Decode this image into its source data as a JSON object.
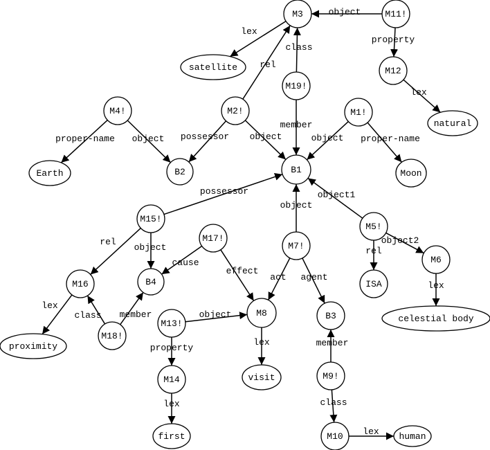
{
  "nodes": [
    {
      "id": "M3",
      "label": "M3",
      "shape": "circle"
    },
    {
      "id": "M11",
      "label": "M11!",
      "shape": "circle"
    },
    {
      "id": "satellite",
      "label": "satellite",
      "shape": "ellipse"
    },
    {
      "id": "M12",
      "label": "M12",
      "shape": "circle"
    },
    {
      "id": "natural",
      "label": "natural",
      "shape": "ellipse"
    },
    {
      "id": "M19",
      "label": "M19!",
      "shape": "circle"
    },
    {
      "id": "M4",
      "label": "M4!",
      "shape": "circle"
    },
    {
      "id": "M2",
      "label": "M2!",
      "shape": "circle"
    },
    {
      "id": "M1",
      "label": "M1!",
      "shape": "circle"
    },
    {
      "id": "Earth",
      "label": "Earth",
      "shape": "ellipse"
    },
    {
      "id": "B2",
      "label": "B2",
      "shape": "circle"
    },
    {
      "id": "B1",
      "label": "B1",
      "shape": "circle"
    },
    {
      "id": "Moon",
      "label": "Moon",
      "shape": "ellipse"
    },
    {
      "id": "M15",
      "label": "M15!",
      "shape": "circle"
    },
    {
      "id": "M17",
      "label": "M17!",
      "shape": "circle"
    },
    {
      "id": "M7",
      "label": "M7!",
      "shape": "circle"
    },
    {
      "id": "M5",
      "label": "M5!",
      "shape": "circle"
    },
    {
      "id": "M16",
      "label": "M16",
      "shape": "circle"
    },
    {
      "id": "B4",
      "label": "B4",
      "shape": "circle"
    },
    {
      "id": "M6",
      "label": "M6",
      "shape": "circle"
    },
    {
      "id": "ISA",
      "label": "ISA",
      "shape": "circle"
    },
    {
      "id": "B3",
      "label": "B3",
      "shape": "circle"
    },
    {
      "id": "M8",
      "label": "M8",
      "shape": "circle"
    },
    {
      "id": "M13",
      "label": "M13!",
      "shape": "circle"
    },
    {
      "id": "M18",
      "label": "M18!",
      "shape": "circle"
    },
    {
      "id": "celestial",
      "label": "celestial body",
      "shape": "ellipse"
    },
    {
      "id": "proximity",
      "label": "proximity",
      "shape": "ellipse"
    },
    {
      "id": "M14",
      "label": "M14",
      "shape": "circle"
    },
    {
      "id": "visit",
      "label": "visit",
      "shape": "ellipse"
    },
    {
      "id": "M9",
      "label": "M9!",
      "shape": "circle"
    },
    {
      "id": "first",
      "label": "first",
      "shape": "ellipse"
    },
    {
      "id": "M10",
      "label": "M10",
      "shape": "circle"
    },
    {
      "id": "human",
      "label": "human",
      "shape": "ellipse"
    }
  ],
  "edges": [
    {
      "from": "M3",
      "to": "satellite",
      "label": "lex"
    },
    {
      "from": "M11",
      "to": "M3",
      "label": "object"
    },
    {
      "from": "M11",
      "to": "M12",
      "label": "property"
    },
    {
      "from": "M12",
      "to": "natural",
      "label": "lex"
    },
    {
      "from": "M19",
      "to": "M3",
      "label": "class"
    },
    {
      "from": "M19",
      "to": "B1",
      "label": "member"
    },
    {
      "from": "M2",
      "to": "M3",
      "label": "rel"
    },
    {
      "from": "M2",
      "to": "B2",
      "label": "possessor"
    },
    {
      "from": "M2",
      "to": "B1",
      "label": "object"
    },
    {
      "from": "M4",
      "to": "Earth",
      "label": "proper-name"
    },
    {
      "from": "M4",
      "to": "B2",
      "label": "object"
    },
    {
      "from": "M1",
      "to": "B1",
      "label": "object"
    },
    {
      "from": "M1",
      "to": "Moon",
      "label": "proper-name"
    },
    {
      "from": "M15",
      "to": "B1",
      "label": "possessor"
    },
    {
      "from": "M15",
      "to": "M16",
      "label": "rel"
    },
    {
      "from": "M15",
      "to": "B4",
      "label": "object"
    },
    {
      "from": "M17",
      "to": "B4",
      "label": "cause"
    },
    {
      "from": "M17",
      "to": "M8",
      "label": "effect"
    },
    {
      "from": "M7",
      "to": "B1",
      "label": "object"
    },
    {
      "from": "M7",
      "to": "M8",
      "label": "act"
    },
    {
      "from": "M7",
      "to": "B3",
      "label": "agent"
    },
    {
      "from": "M5",
      "to": "B1",
      "label": "object1"
    },
    {
      "from": "M5",
      "to": "ISA",
      "label": "rel"
    },
    {
      "from": "M5",
      "to": "M6",
      "label": "object2"
    },
    {
      "from": "M6",
      "to": "celestial",
      "label": "lex"
    },
    {
      "from": "M16",
      "to": "proximity",
      "label": "lex"
    },
    {
      "from": "M18",
      "to": "M16",
      "label": "class"
    },
    {
      "from": "M18",
      "to": "B4",
      "label": "member"
    },
    {
      "from": "M13",
      "to": "M8",
      "label": "object"
    },
    {
      "from": "M13",
      "to": "M14",
      "label": "property"
    },
    {
      "from": "M8",
      "to": "visit",
      "label": "lex"
    },
    {
      "from": "M14",
      "to": "first",
      "label": "lex"
    },
    {
      "from": "M9",
      "to": "B3",
      "label": "member"
    },
    {
      "from": "M9",
      "to": "M10",
      "label": "class"
    },
    {
      "from": "M10",
      "to": "human",
      "label": "lex"
    }
  ]
}
